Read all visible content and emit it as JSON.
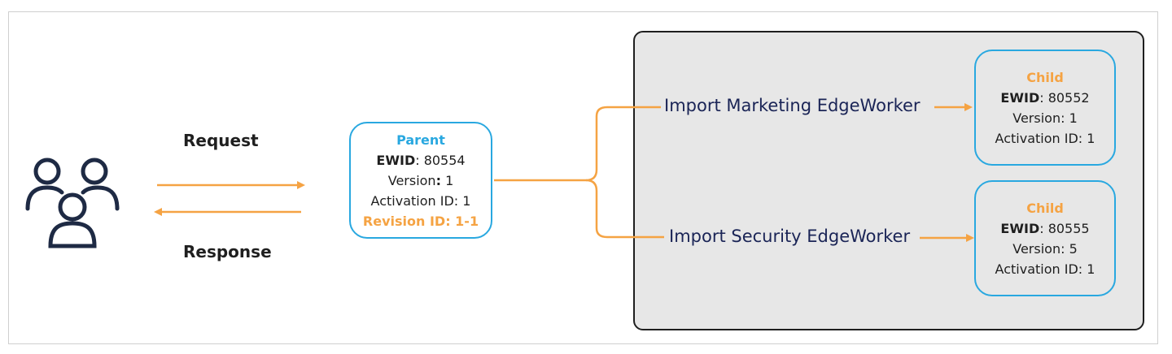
{
  "colors": {
    "accent_orange": "#f5a343",
    "accent_blue": "#29a8e0",
    "text_navy": "#1a2456",
    "group_fill": "#e7e7e7",
    "icon_navy": "#1e2a44"
  },
  "icons": {
    "users": "users-group-icon"
  },
  "flow": {
    "request_label": "Request",
    "response_label": "Response"
  },
  "parent": {
    "title": "Parent",
    "ewid_label": "EWID",
    "ewid_value": ": 80554",
    "version_label": "Version",
    "version_value": " 1",
    "activation": "Activation ID: 1",
    "revision": "Revision ID: 1-1"
  },
  "edges": {
    "marketing": "Import Marketing EdgeWorker",
    "security": "Import Security EdgeWorker"
  },
  "children": [
    {
      "title": "Child",
      "ewid_label": "EWID",
      "ewid_value": ": 80552",
      "version": "Version: 1",
      "activation": "Activation ID: 1"
    },
    {
      "title": "Child",
      "ewid_label": "EWID",
      "ewid_value": ": 80555",
      "version": "Version: 5",
      "activation": "Activation ID: 1"
    }
  ]
}
